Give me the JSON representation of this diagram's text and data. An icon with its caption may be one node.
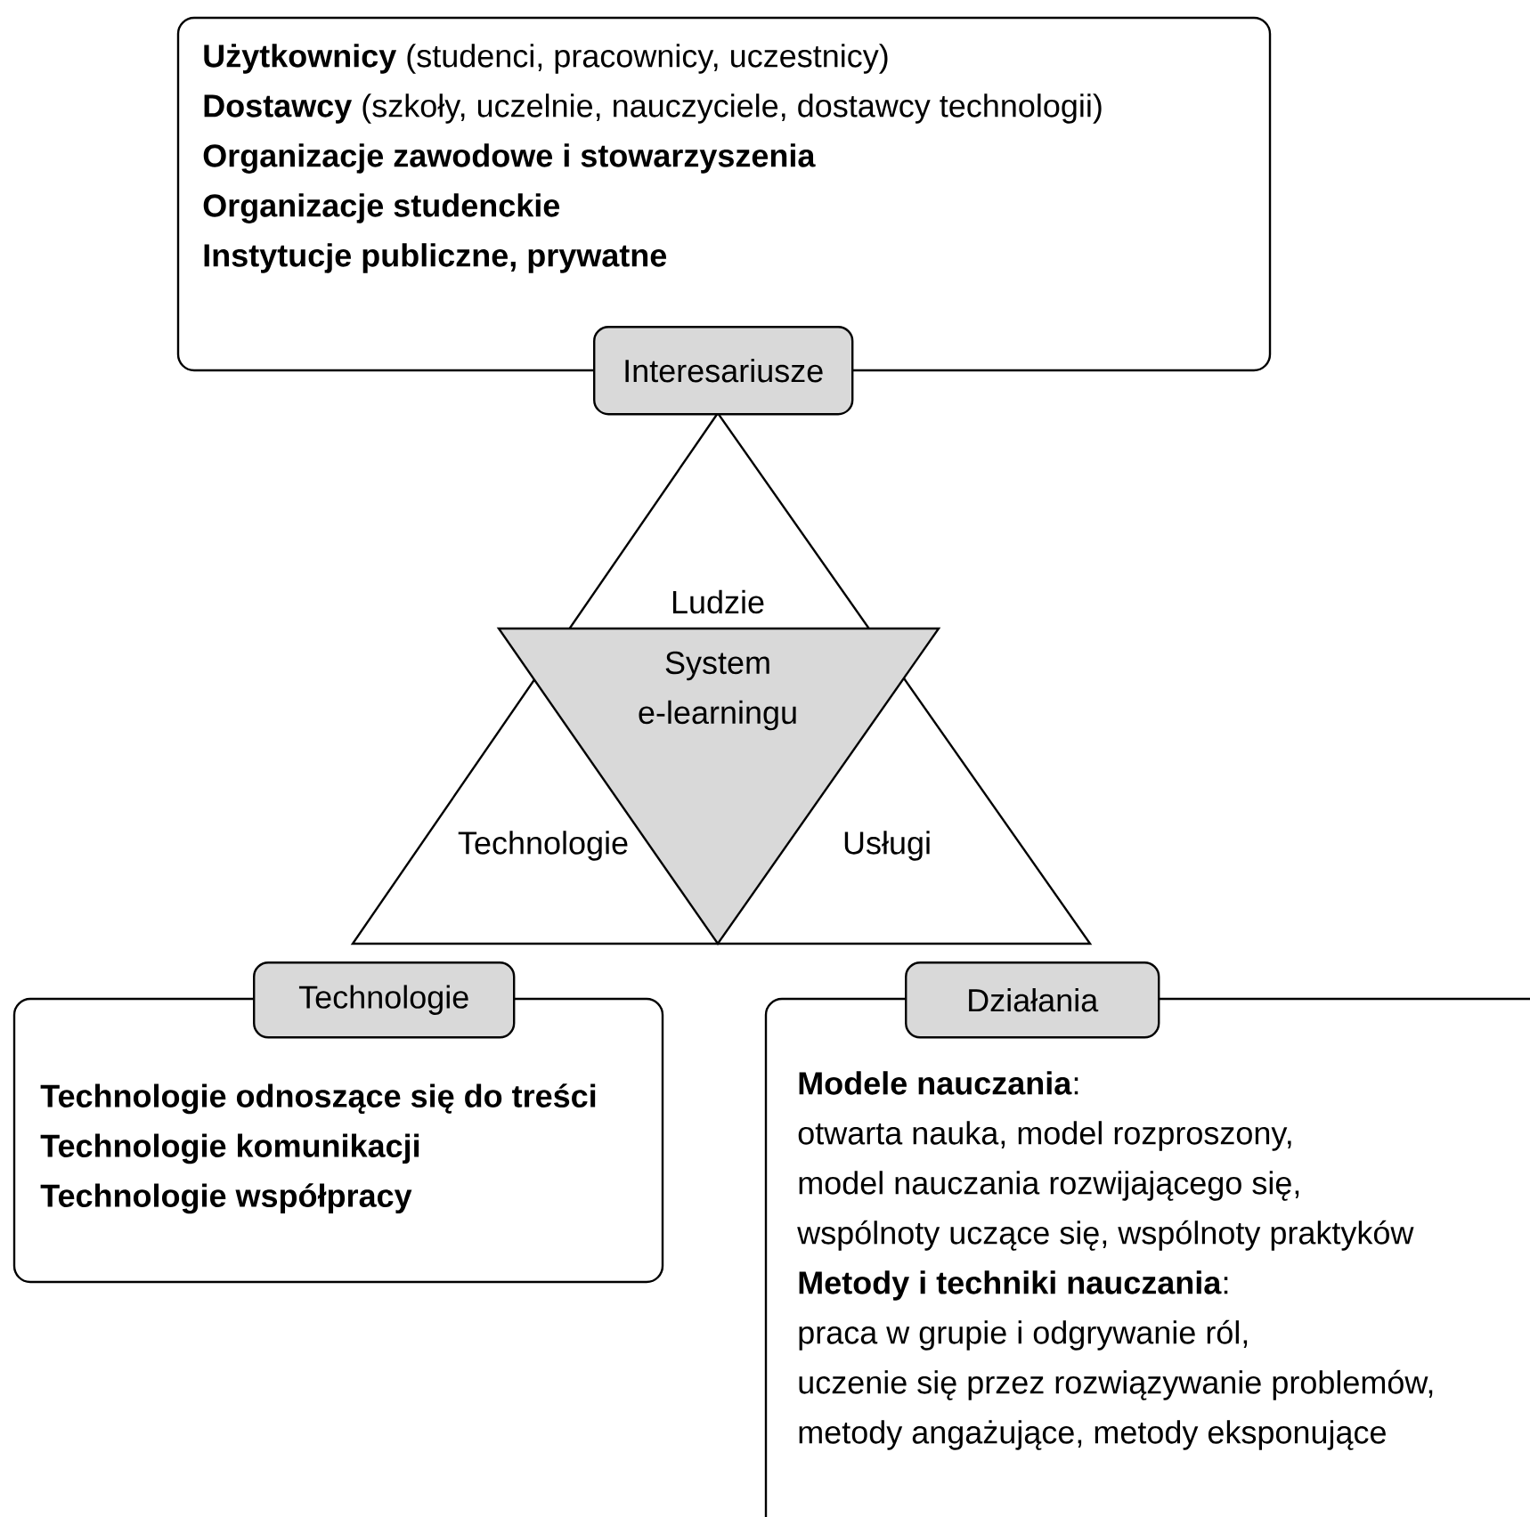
{
  "diagram": {
    "nodes": [
      {
        "text": [
          "**Użytkownicy** (studenci, pracownicy, uczestnicy)",
          "**Dostawcy** (szkoły, uczelnie, nauczyciele, dostawcy technologii)",
          "**Organizacje zawodowe i stowarzyszenia**",
          "**Organizacje studenckie**",
          "**Instytucje publiczne, prywatne**"
        ]
      },
      {
        "text": [
          "Interesariusze"
        ]
      },
      {
        "text": [
          "Ludzie",
          "Technologie",
          "Usługi"
        ]
      },
      {
        "text": [
          "System e-learningu"
        ],
        "in": 2
      },
      {
        "text": [
          "**Technologie odnoszące się do treści**",
          "**Technologie komunikacji**",
          "**Technologie współpracy**"
        ]
      },
      {
        "text": [
          "Technologie"
        ]
      },
      {
        "text": [
          "**Modele nauczania**:",
          "otwarta nauka, model rozproszony,",
          "model nauczania rozwijającego się,",
          "wspólnoty uczące się, wspólnoty praktyków",
          "**Metody i techniki nauczania**:",
          "praca w grupie i odgrywanie ról,",
          "uczenie się przez rozwiązywanie problemów,",
          "metody angażujące, metody eksponujące"
        ]
      },
      {
        "text": [
          "Działania"
        ]
      }
    ],
    "edges": []
  }
}
